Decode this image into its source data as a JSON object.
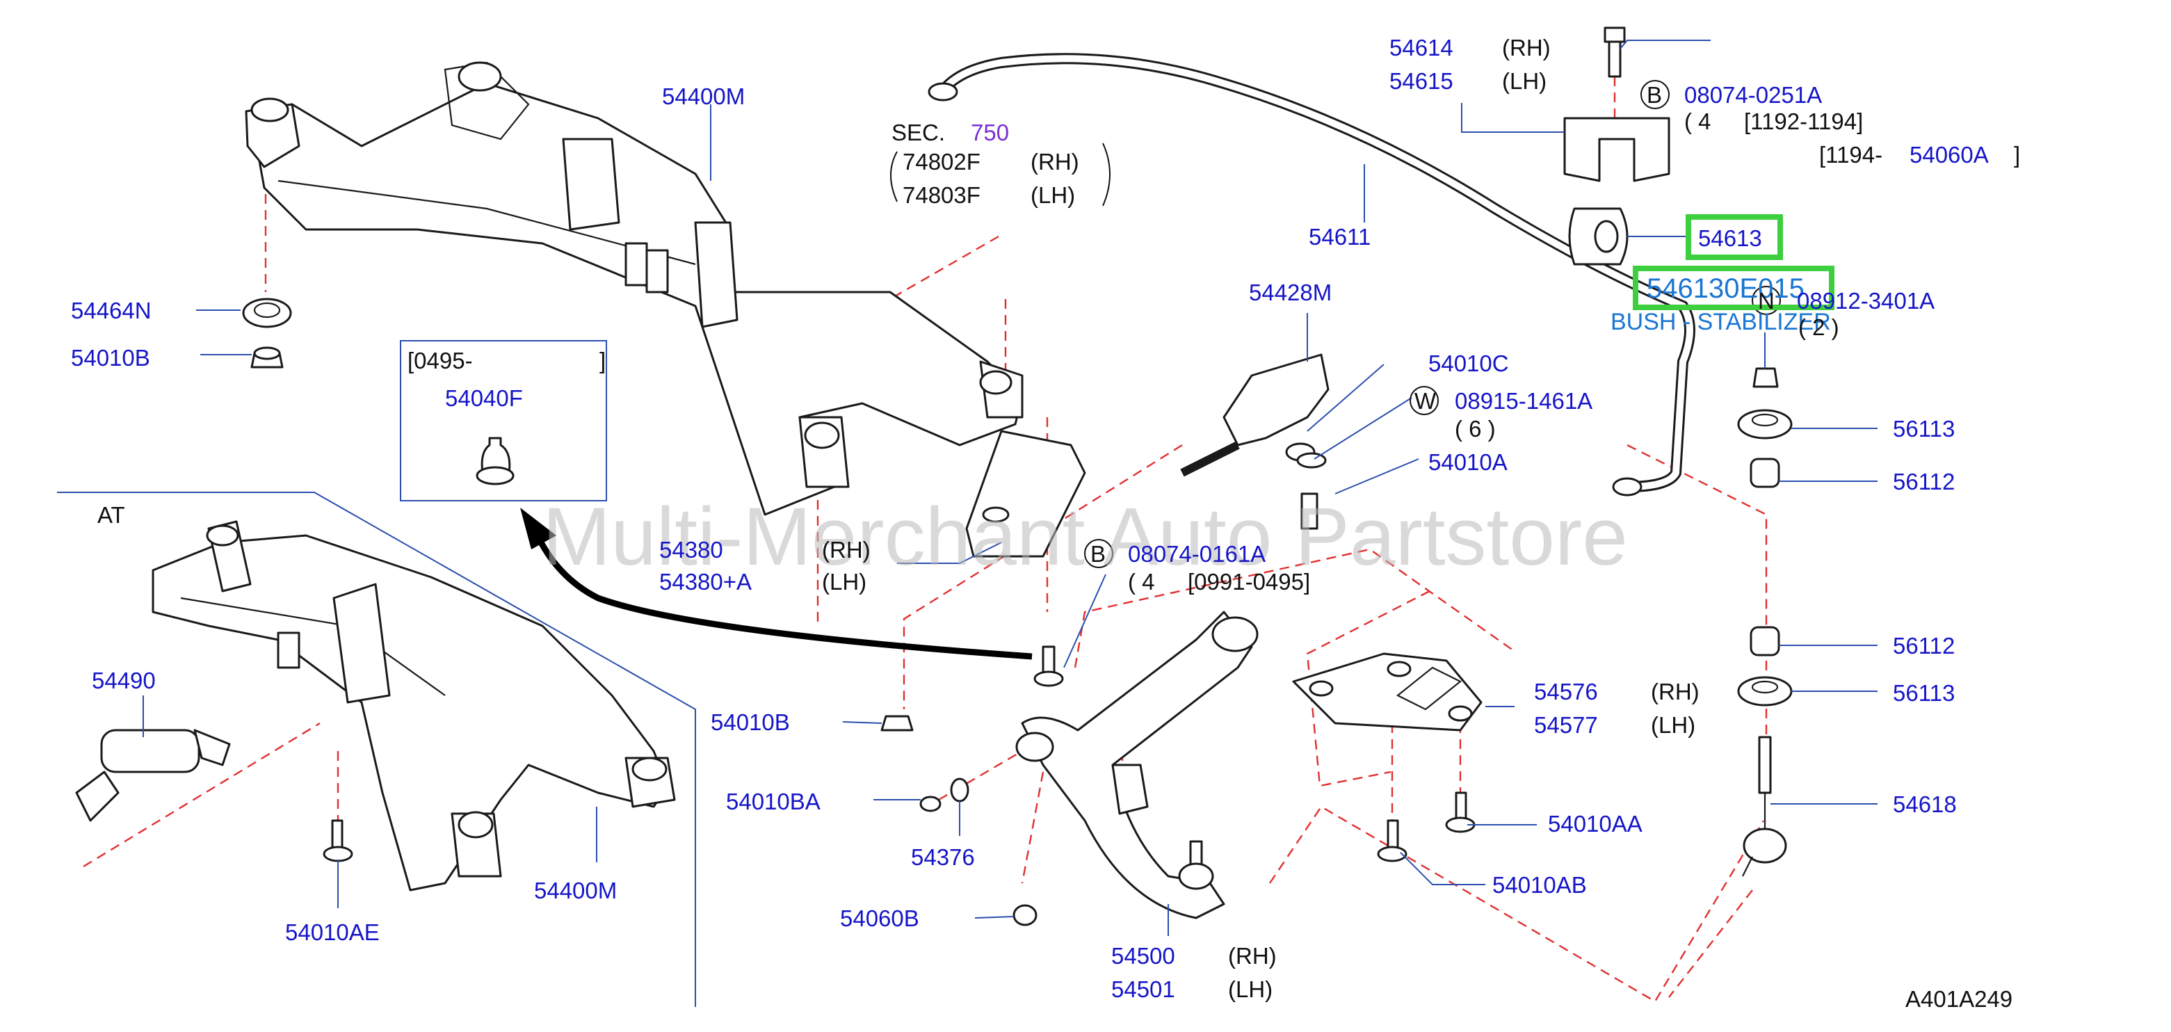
{
  "diagram_id": "A401A249",
  "watermark": "Multi-Merchant Auto Partstore",
  "section_label": "AT",
  "sec_ref": {
    "prefix": "SEC.",
    "number": "750"
  },
  "date_box": {
    "range": "[0495-",
    "close": "]",
    "part": "54040F"
  },
  "highlight": {
    "part": "54613",
    "callout_number": "546130E015",
    "callout_name": "BUSH - STABILIZER"
  },
  "callouts": {
    "c54614": "54614",
    "c54614_side": "(RH)",
    "c54615": "54615",
    "c54615_side": "(LH)",
    "b1_letter": "B",
    "b1_part": "08074-0251A",
    "b1_qty": "( 4",
    "b1_date": "[1192-1194]",
    "date1194": "[1194-",
    "p54060A": "54060A",
    "date1194_close": "]",
    "c54400M_top": "54400M",
    "c74802F": "74802F",
    "c74802F_side": "(RH)",
    "c74803F": "74803F",
    "c74803F_side": "(LH)",
    "c54611": "54611",
    "c54464N": "54464N",
    "c54010B_l": "54010B",
    "c54428M": "54428M",
    "n_letter": "N",
    "n_part": "08912-3401A",
    "n_qty": "( 2 )",
    "c54010C": "54010C",
    "w_letter": "W",
    "w_part": "08915-1461A",
    "w_qty": "( 6 )",
    "c54010A": "54010A",
    "c56113_a": "56113",
    "c56112_a": "56112",
    "c54380": "54380",
    "c54380_side": "(RH)",
    "c54380A": "54380+A",
    "c54380A_side": "(LH)",
    "b2_letter": "B",
    "b2_part": "08074-0161A",
    "b2_qty": "( 4",
    "b2_date": "[0991-0495]",
    "c56112_b": "56112",
    "c56113_b": "56113",
    "c54490": "54490",
    "c54010B_m": "54010B",
    "c54576": "54576",
    "c54576_side": "(RH)",
    "c54577": "54577",
    "c54577_side": "(LH)",
    "c54010BA": "54010BA",
    "c54618": "54618",
    "c54010AA": "54010AA",
    "c54376": "54376",
    "c54010AB": "54010AB",
    "c54400M_bot": "54400M",
    "c54060B": "54060B",
    "c54010AE": "54010AE",
    "c54500": "54500",
    "c54500_side": "(RH)",
    "c54501": "54501",
    "c54501_side": "(LH)"
  },
  "colors": {
    "part_number": "#1515c8",
    "leader_line": "#2b4fae",
    "dashed_guide": "#e03030",
    "highlight_box": "#3ecf3e",
    "callout_text": "#1976d2"
  }
}
